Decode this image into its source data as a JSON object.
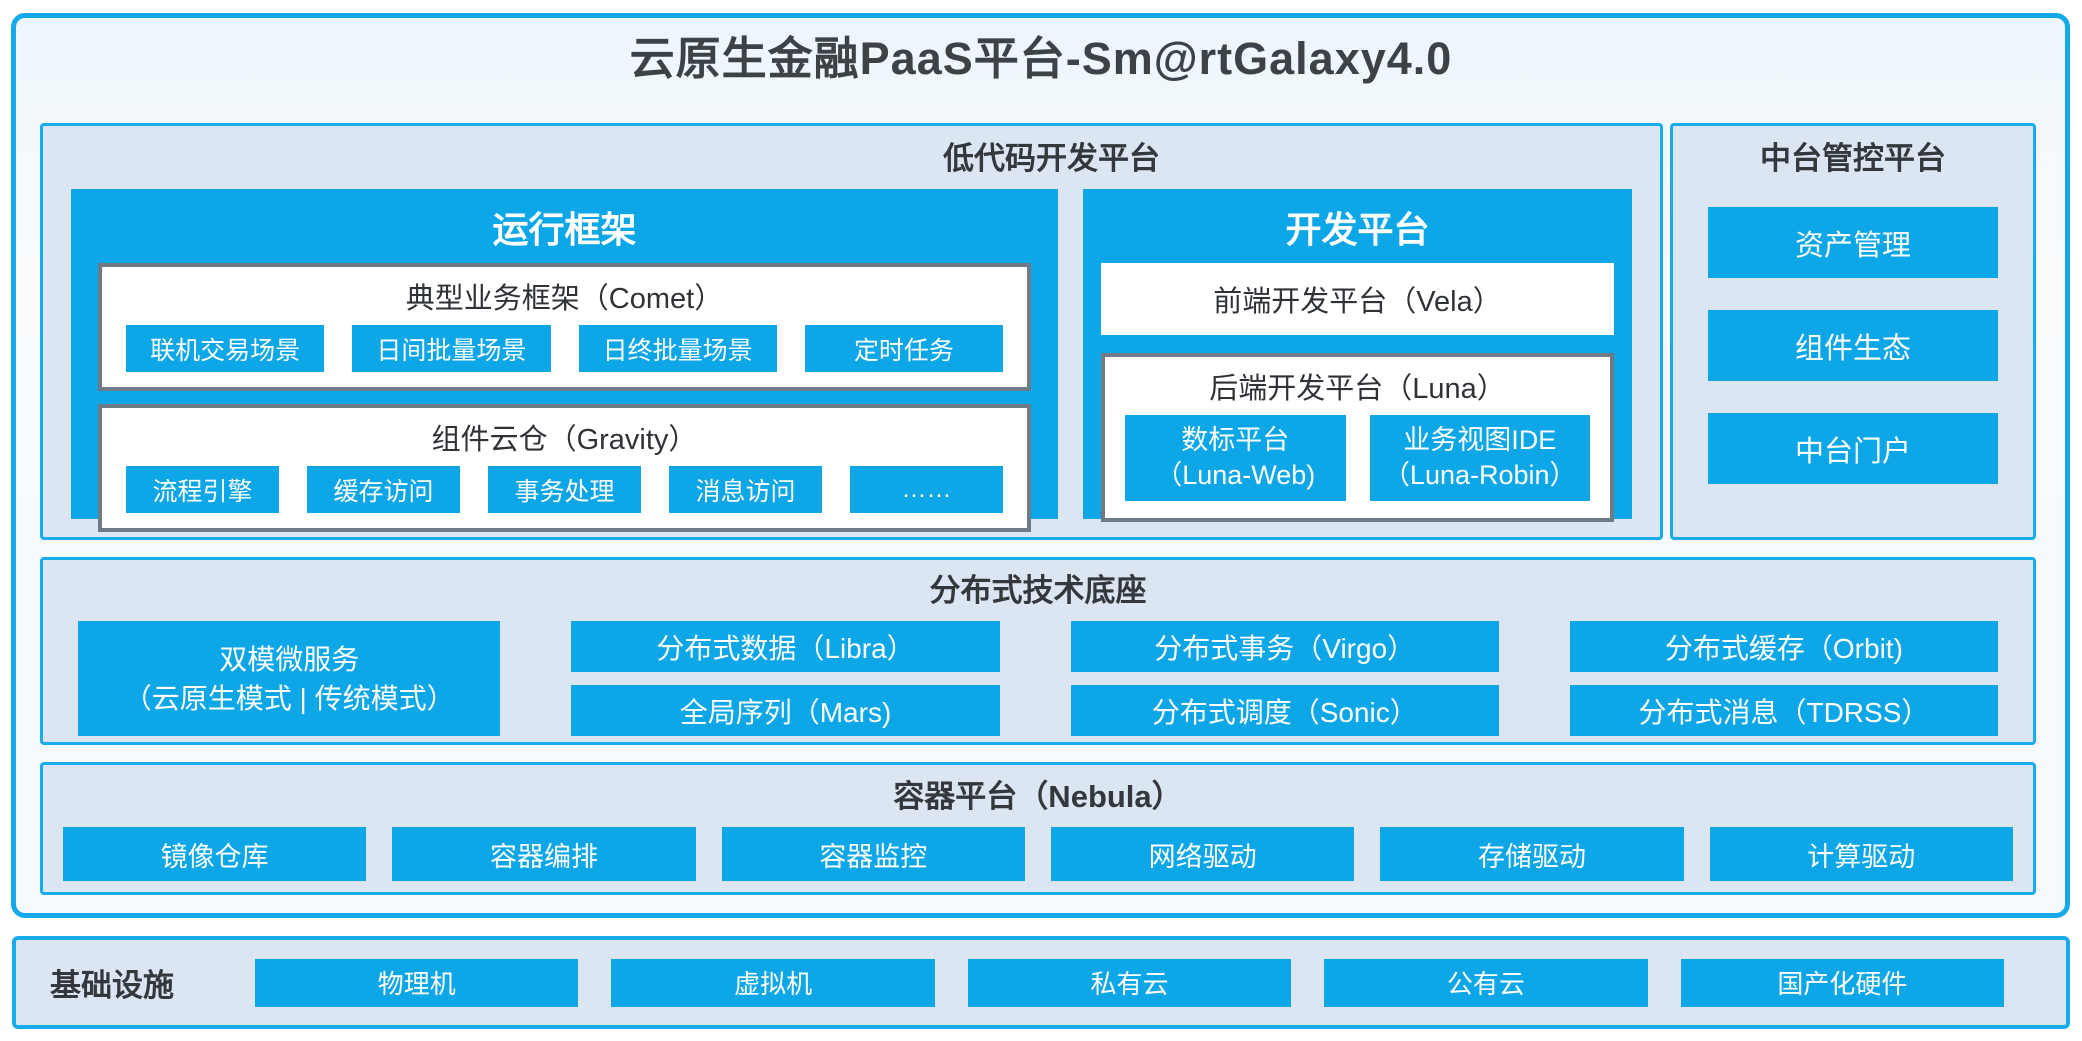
{
  "title": "云原生金融PaaS平台-Sm@rtGalaxy4.0",
  "colors": {
    "accent_blue": "#0DA6E6",
    "panel_border_blue": "#19ACEC",
    "panel_background": "#DCE6F3",
    "box_border_gray": "#6E7A86",
    "dark_text": "#34383D"
  },
  "low_code": {
    "title": "低代码开发平台",
    "runtime": {
      "title": "运行框架",
      "comet": {
        "title": "典型业务框架（Comet）",
        "chips": [
          "联机交易场景",
          "日间批量场景",
          "日终批量场景",
          "定时任务"
        ]
      },
      "gravity": {
        "title": "组件云仓（Gravity）",
        "chips": [
          "流程引擎",
          "缓存访问",
          "事务处理",
          "消息访问",
          "……"
        ]
      }
    },
    "dev": {
      "title": "开发平台",
      "vela": "前端开发平台（Vela）",
      "luna": {
        "title": "后端开发平台（Luna）",
        "chips": [
          {
            "line1": "数标平台",
            "line2": "（Luna-Web)"
          },
          {
            "line1": "业务视图IDE",
            "line2": "（Luna-Robin）"
          }
        ]
      }
    }
  },
  "mid_platform": {
    "title": "中台管控平台",
    "items": [
      "资产管理",
      "组件生态",
      "中台门户"
    ]
  },
  "distributed": {
    "title": "分布式技术底座",
    "dual_mode": {
      "line1": "双模微服务",
      "line2": "（云原生模式 | 传统模式）"
    },
    "col2": [
      "分布式数据（Libra）",
      "全局序列（Mars)"
    ],
    "col3": [
      "分布式事务（Virgo）",
      "分布式调度（Sonic）"
    ],
    "col4": [
      "分布式缓存（Orbit)",
      "分布式消息（TDRSS）"
    ]
  },
  "container_platform": {
    "title": "容器平台（Nebula）",
    "chips": [
      "镜像仓库",
      "容器编排",
      "容器监控",
      "网络驱动",
      "存储驱动",
      "计算驱动"
    ]
  },
  "infrastructure": {
    "title": "基础设施",
    "chips": [
      "物理机",
      "虚拟机",
      "私有云",
      "公有云",
      "国产化硬件"
    ]
  }
}
